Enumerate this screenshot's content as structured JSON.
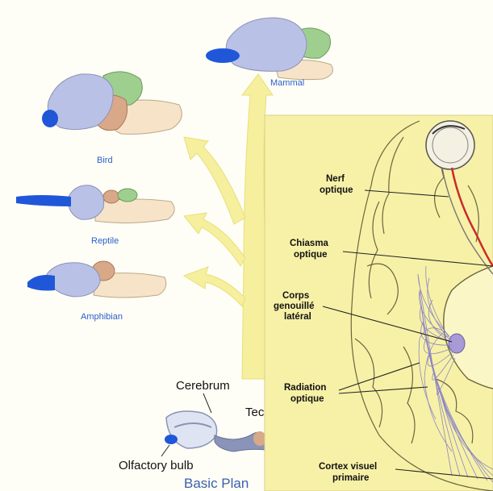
{
  "evolution_diagram": {
    "labels": {
      "mammal": "Mammal",
      "bird": "Bird",
      "reptile": "Reptile",
      "amphibian": "Amphibian",
      "cerebrum": "Cerebrum",
      "tectum_partial": "Tec",
      "olfactory_bulb": "Olfactory bulb",
      "basic_plan_partial": "Basic Plan"
    },
    "colors": {
      "cerebrum": "#b9c2e6",
      "cerebellum": "#9fcf8f",
      "optic_tectum": "#d9a889",
      "brainstem": "#f7e4c8",
      "olfactory_bulb": "#1f57d8",
      "arrows": "#f6ef9e",
      "label_blue": "#2a5fc9"
    }
  },
  "visual_pathway_diagram": {
    "labels": {
      "optic_nerve_line1": "Nerf",
      "optic_nerve_line2": "optique",
      "chiasm_line1": "Chiasma",
      "chiasm_line2": "optique",
      "lgn_line1": "Corps",
      "lgn_line2": "genouillé",
      "lgn_line3": "latéral",
      "radiation_line1": "Radiation",
      "radiation_line2": "optique",
      "cortex_line1": "Cortex visuel",
      "cortex_line2": "primaire"
    },
    "colors": {
      "background": "#f7f1a7",
      "gyri_outline": "#6b6440",
      "nerve_red": "#cc2a2a",
      "radiation_lines": "#8d86c4",
      "lgn": "#a79ad6"
    }
  }
}
